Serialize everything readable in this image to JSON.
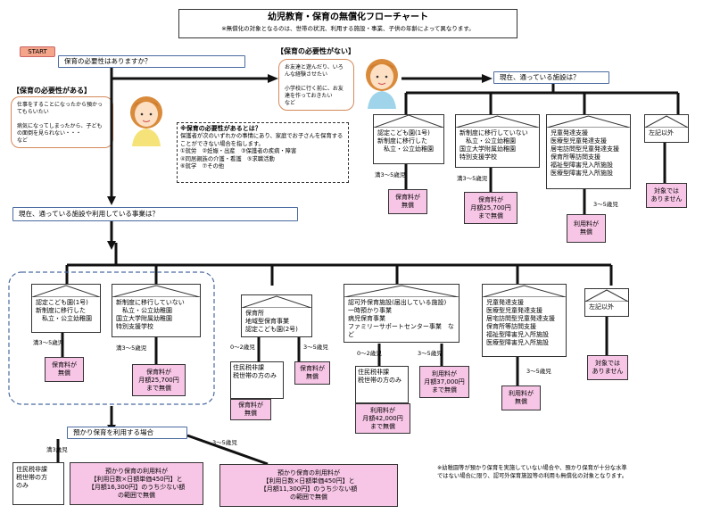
{
  "title": "幼児教育・保育の無償化フローチャート",
  "subtitle": "※無償化の対象となるのは、世帯の状況、利用する施設・事業、子供の年齢によって異なります。",
  "start_label": "START",
  "q_need": "保育の必要性はありますか？",
  "label_need_yes": "【保育の必要性がある】",
  "label_need_no": "【保育の必要性がない】",
  "bubble_yes": "仕事をすることになったから預かってもらいたい\n\n病気になってしまったから、子どもの面倒を見られない・・・\n                                         など",
  "bubble_no": "お友達と遊んだり、いろんな経験させたい\n\n小学校に行く前に、お友達を作っておきたい\n                                 など",
  "need_info_title": "※保育の必要性があるとは？",
  "need_info_text": "保護者が次のいずれかの事情にあり、家庭でお子さんを保育することができない場合を指します。\n①就労　②妊娠・出産　③保護者の疾病・障害\n④同居親族の介護・看護　⑤求職活動\n⑥就学　⑦その他",
  "q_current_no": "現在、通っている施設は？",
  "q_current_yes": "現在、通っている施設や利用している事業は？",
  "q_temp": "預かり保育を利用する場合",
  "right_boxes": [
    "認定こども園(1号)\n新制度に移行した\n　私立・公立幼稚園",
    "新制度に移行していない\n　私立・公立幼稚園\n国立大学附属幼稚園\n特別支援学校",
    "児童発達支援\n医療型児童発達支援\n居宅訪問型児童発達支援\n保育所等訪問支援\n福祉型障害児入所施設\n医療型障害児入所施設",
    "左記以外"
  ],
  "right_results": [
    "保育料が\n無償",
    "保育料が\n月額25,700円\nまで無償",
    "利用料が\n無償",
    "対象では\nありません"
  ],
  "lower_boxes": [
    "認定こども園(1号)\n新制度に移行した\n　私立・公立幼稚園",
    "新制度に移行していない\n　私立・公立幼稚園\n国立大学附属幼稚園\n特別支援学校",
    "保育所\n地域型保育事業\n認定こども園(2号)",
    "認可外保育施設(届出している施設)\n一時預かり事業\n病児保育事業\nファミリーサポートセンター事業　など",
    "児童発達支援\n医療型児童発達支援\n居宅訪問型児童発達支援\n保育所等訪問支援\n福祉型障害児入所施設\n医療型障害児入所施設",
    "左記以外"
  ],
  "lower_results": [
    "保育料が\n無償",
    "保育料が\n月額25,700円\nまで無償",
    "保育料が\n無償",
    "保育料が\n無償",
    "利用料が\n月額42,000円\nまで無償",
    "利用料が\n月額37,000円\nまで無償",
    "利用料が\n無償",
    "対象では\nありません"
  ],
  "tax_exempt": "住民税非課\n税世帯の方のみ",
  "tax_exempt2": "住民税非課\n税世帯の方\nのみ",
  "age_labels": {
    "a35": "満3～5歳児",
    "a35b": "3～5歳児",
    "a02": "0～2歳児",
    "a3": "満3歳児"
  },
  "temp_result_1": "預かり保育の利用料が\n【利用日数×日額単価450円】と\n【月額16,300円】のうち少ない額\nの範囲で無償",
  "temp_result_2": "預かり保育の利用料が\n【利用日数×日額単価450円】と\n【月額11,300円】のうち少ない額\nの範囲で無償",
  "footnote": "※幼稚園等が預かり保育を実施していない場合や、預かり保育が十分な水準\nではない場合に限り、認可外保育施設等の利用も無償化の対象となります。",
  "colors": {
    "pink": "#f7c6e6",
    "start": "#f4a58a",
    "accent": "#d48a5a"
  }
}
